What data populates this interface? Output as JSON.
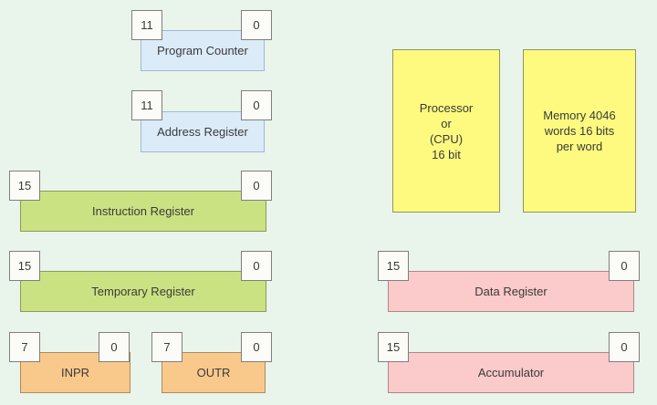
{
  "colors": {
    "background": "#e9f4eb",
    "blue_fill": "#dcebf8",
    "blue_border": "#9fb9d4",
    "green_fill": "#cbe283",
    "green_border": "#8c9a58",
    "orange_fill": "#f9c98c",
    "orange_border": "#ab8c5c",
    "pink_fill": "#fbcaca",
    "pink_border": "#ad8888",
    "yellow_fill": "#fdfa7f",
    "yellow_border": "#94945e",
    "bit_box_fill": "#fbfbf7",
    "bit_box_border": "#7f7f7f",
    "text": "#3a3a3a"
  },
  "registers": [
    {
      "label": "Program Counter",
      "high_bit": "11",
      "low_bit": "0"
    },
    {
      "label": "Address Register",
      "high_bit": "11",
      "low_bit": "0"
    },
    {
      "label": "Instruction Register",
      "high_bit": "15",
      "low_bit": "0"
    },
    {
      "label": "Temporary Register",
      "high_bit": "15",
      "low_bit": "0"
    },
    {
      "label": "INPR",
      "high_bit": "7",
      "low_bit": "0"
    },
    {
      "label": "OUTR",
      "high_bit": "7",
      "low_bit": "0"
    },
    {
      "label": "Data Register",
      "high_bit": "15",
      "low_bit": "0"
    },
    {
      "label": "Accumulator",
      "high_bit": "15",
      "low_bit": "0"
    }
  ],
  "blocks": [
    {
      "lines": [
        "Processor",
        "or",
        "(CPU)",
        "16 bit"
      ]
    },
    {
      "lines": [
        "Memory 4046",
        "words 16 bits",
        "per word"
      ]
    }
  ]
}
